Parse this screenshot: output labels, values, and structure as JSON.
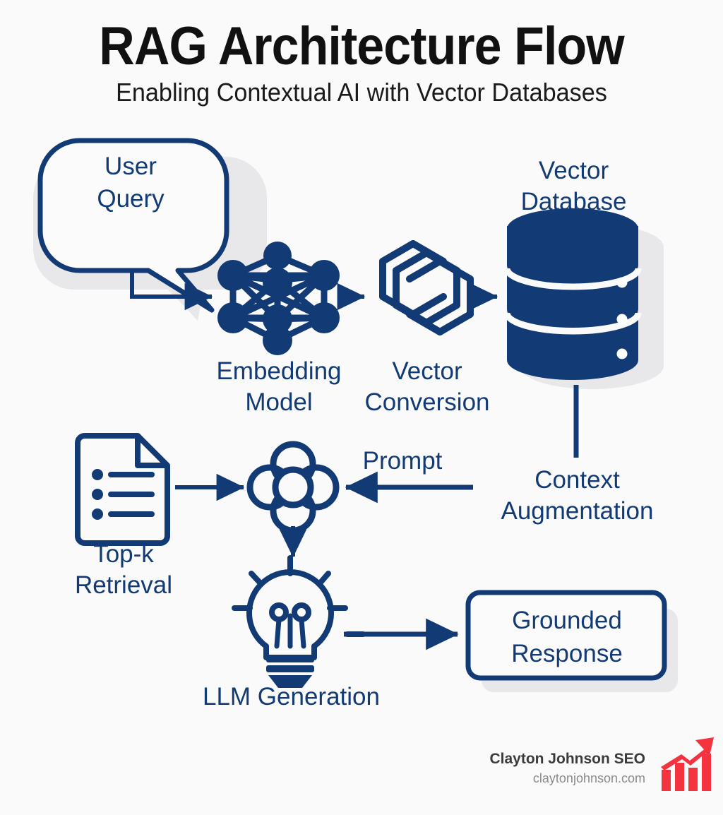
{
  "header": {
    "title": "RAG Architecture Flow",
    "subtitle": "Enabling Contextual AI with Vector Databases"
  },
  "theme": {
    "background": "#fafafa",
    "navy": "#123A75",
    "navy_dark": "#102F63",
    "shadow_gray": "#e8e8ea",
    "accent_red": "#f5333f",
    "title_color": "#111111"
  },
  "nodes": {
    "user_query": {
      "label": "User\nQuery",
      "shape": "speech-bubble"
    },
    "embedding_model": {
      "label": "Embedding\nModel",
      "icon": "neural-network-icon"
    },
    "vector_conversion": {
      "label": "Vector\nConversion",
      "icon": "hexagon-knot-icon"
    },
    "vector_database": {
      "label": "Vector\nDatabase",
      "icon": "database-cylinder-icon"
    },
    "context_augmentation": {
      "label": "Context\nAugmentation"
    },
    "top_k_retrieval": {
      "label": "Top-k\nRetrieval",
      "icon": "document-list-icon"
    },
    "merge": {
      "icon": "clover-merge-icon"
    },
    "prompt": {
      "label": "Prompt"
    },
    "llm_generation": {
      "label": "LLM Generation",
      "icon": "lightbulb-icon"
    },
    "grounded_response": {
      "label": "Grounded\nResponse",
      "shape": "rounded-box"
    }
  },
  "footer": {
    "brand": "Clayton Johnson SEO",
    "url": "claytonjohnson.com",
    "logo": "growth-bar-chart-icon"
  }
}
